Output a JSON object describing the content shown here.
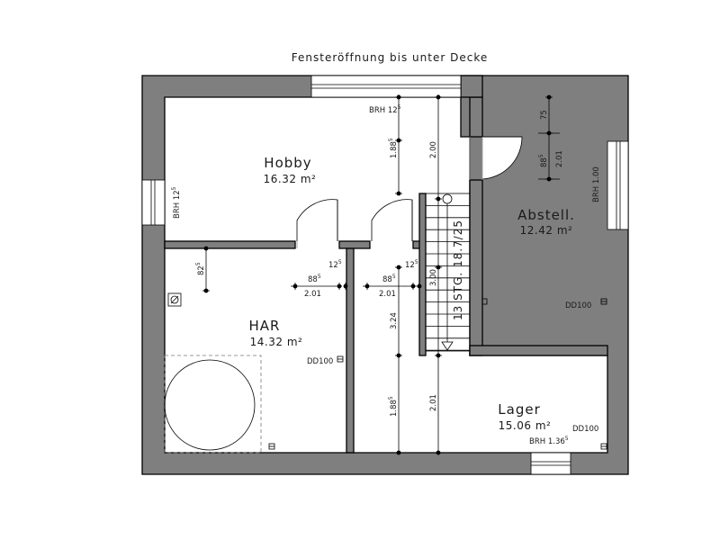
{
  "caption": "Fensteröffnung bis unter Decke",
  "rooms": {
    "hobby": {
      "name": "Hobby",
      "area": "16.32 m²"
    },
    "abstell": {
      "name": "Abstell.",
      "area": "12.42 m²"
    },
    "har": {
      "name": "HAR",
      "area": "14.32 m²"
    },
    "lager": {
      "name": "Lager",
      "area": "15.06 m²"
    }
  },
  "stair": {
    "label": "13 STG. 18.7/25"
  },
  "dims": {
    "brh_top": "BRH 12",
    "brh_top_sup": "5",
    "brh_left": "BRH 12",
    "brh_left_sup": "5",
    "brh_right": "BRH 1.00",
    "brh_bottom": "BRH 1.36",
    "brh_bottom_sup": "5",
    "d_188_top": "1.88",
    "d_188_top_sup": "5",
    "d_200_top": "2.00",
    "d_75": "75",
    "d_88_abstell": "88",
    "d_88_abstell_sup": "5",
    "d_201_abstell": "2.01",
    "d_82": "82",
    "d_82_sup": "5",
    "d_88_left": "88",
    "d_88_left_sup": "5",
    "d_201_left": "2.01",
    "d_12_left": "12",
    "d_12_left_sup": "5",
    "d_88_mid": "88",
    "d_88_mid_sup": "5",
    "d_201_mid": "2.01",
    "d_12_mid": "12",
    "d_12_mid_sup": "5",
    "d_300": "3.00",
    "d_324": "3.24",
    "d_188_bot": "1.88",
    "d_188_bot_sup": "5",
    "d_201_bot": "2.01",
    "dd_abstell": "DD100",
    "dd_har": "DD100",
    "dd_lager": "DD100"
  }
}
